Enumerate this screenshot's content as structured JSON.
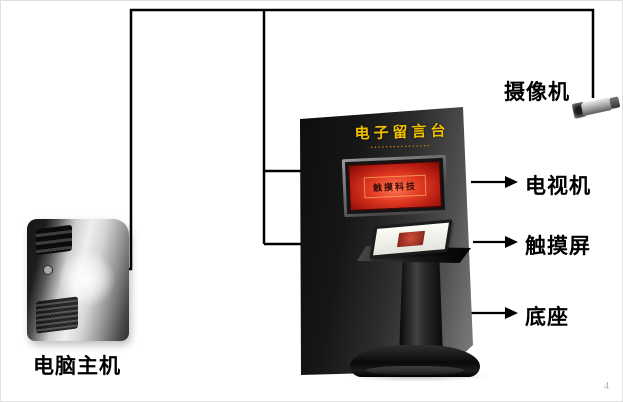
{
  "labels": {
    "computer": "电脑主机",
    "camera": "摄像机",
    "tv": "电视机",
    "touchscreen": "触摸屏",
    "base": "底座"
  },
  "kiosk": {
    "title": "电子留言台",
    "subtitle": "▪▪▪▪▪▪▪▪▪▪▪▪▪▪▪▪",
    "screen_text": "触摸科技"
  },
  "corner_mark": "4",
  "colors": {
    "wire": "#000000",
    "kiosk_title": "#f0c000",
    "screen_red": "#c62b1c",
    "label_text": "#000000",
    "background": "#ffffff"
  }
}
